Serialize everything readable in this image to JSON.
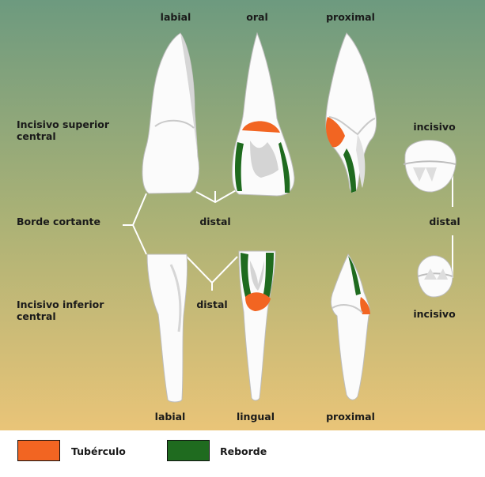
{
  "views_top": {
    "labial": "labial",
    "oral": "oral",
    "proximal": "proximal"
  },
  "views_bottom": {
    "labial": "labial",
    "lingual": "lingual",
    "proximal": "proximal"
  },
  "rows": {
    "upper": [
      "Incisivo superior",
      "central"
    ],
    "lower": [
      "Incisivo inferior",
      "central"
    ]
  },
  "annotations": {
    "borde_cortante": "Borde cortante",
    "distal_upper": "distal",
    "distal_lower": "distal",
    "distal_right": "distal",
    "incisivo_top": "incisivo",
    "incisivo_bottom": "incisivo"
  },
  "legend": [
    {
      "label": "Tubérculo",
      "color": "#f26522"
    },
    {
      "label": "Reborde",
      "color": "#1f6b1f"
    }
  ],
  "colors": {
    "background_top": "#6d9a7f",
    "background_bottom": "#f6c878",
    "tooth": "#fbfbfb",
    "tooth_shade": "#cfcfcf",
    "tuberculo": "#f26522",
    "reborde": "#1f6b1f",
    "line": "#ffffff"
  }
}
